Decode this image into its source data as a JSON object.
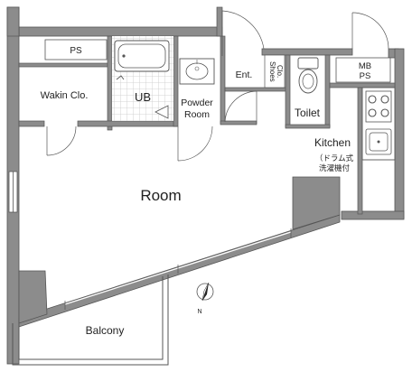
{
  "labels": {
    "ps_top": "PS",
    "wakin": "Wakin Clo.",
    "ub": "UB",
    "powder_line1": "Powder",
    "powder_line2": "Room",
    "ent": "Ent.",
    "shoes_line1": "Shoes",
    "shoes_line2": "Clo.",
    "toilet": "Toilet",
    "mbps_line1": "MB",
    "mbps_line2": "PS",
    "kitchen": "Kitchen",
    "kitchen_note1": "（ドラム式",
    "kitchen_note2": "洗濯機付",
    "room": "Room",
    "balcony": "Balcony",
    "north": "N"
  },
  "colors": {
    "wall": "#8c8c8c",
    "wall_dark": "#6f6f6f",
    "line": "#555555",
    "tile": "#c9c9c9"
  },
  "icons": [
    "north-compass-icon",
    "bathtub-icon",
    "sink-icon",
    "toilet-icon",
    "stove-icon",
    "kitchen-sink-icon"
  ]
}
